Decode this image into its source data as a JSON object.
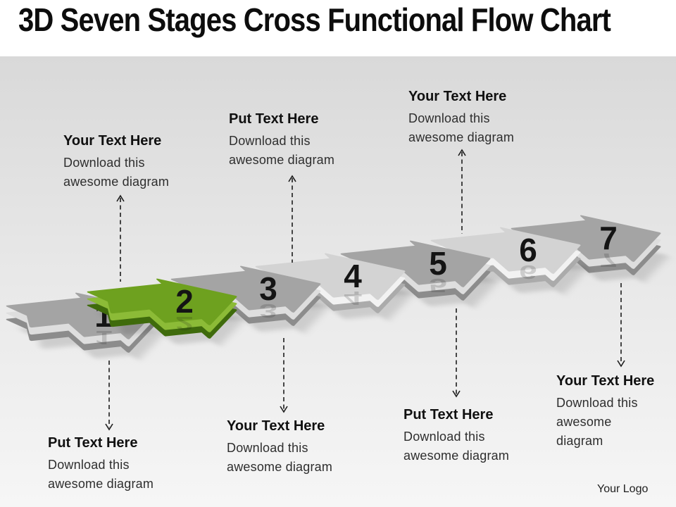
{
  "slide": {
    "title": "3D Seven Stages Cross Functional Flow Chart",
    "logo_text": "Your Logo"
  },
  "stages": [
    {
      "label": "1",
      "palette": "gray"
    },
    {
      "label": "2",
      "palette": "green"
    },
    {
      "label": "3",
      "palette": "gray"
    },
    {
      "label": "4",
      "palette": "light"
    },
    {
      "label": "5",
      "palette": "gray"
    },
    {
      "label": "6",
      "palette": "light"
    },
    {
      "label": "7",
      "palette": "gray"
    }
  ],
  "palettes": {
    "gray": {
      "top": "#a4a4a4",
      "bevel": "#dedede",
      "dark": "#8c8c8c"
    },
    "light": {
      "top": "#d3d3d3",
      "bevel": "#f2f2f2",
      "dark": "#ababab"
    },
    "green": {
      "top": "#6ea11f",
      "bevel": "#8cbb37",
      "dark": "#3f6b0c"
    }
  },
  "number_color": "#141414",
  "connector_color": "#1c1c1c",
  "callouts_top": [
    {
      "heading": "Your Text Here",
      "line1": "Download this",
      "line2": "awesome diagram"
    },
    {
      "heading": "Put Text Here",
      "line1": "Download this",
      "line2": "awesome diagram"
    },
    {
      "heading": "Your Text Here",
      "line1": "Download this",
      "line2": "awesome diagram"
    }
  ],
  "callouts_bottom": [
    {
      "heading": "Put Text Here",
      "line1": "Download this",
      "line2": "awesome diagram"
    },
    {
      "heading": "Your Text Here",
      "line1": "Download this",
      "line2": "awesome diagram"
    },
    {
      "heading": "Put Text Here",
      "line1": "Download this",
      "line2": "awesome diagram"
    },
    {
      "heading": "Your Text Here",
      "line1": "Download this",
      "line2": "awesome",
      "line3": "diagram"
    }
  ]
}
